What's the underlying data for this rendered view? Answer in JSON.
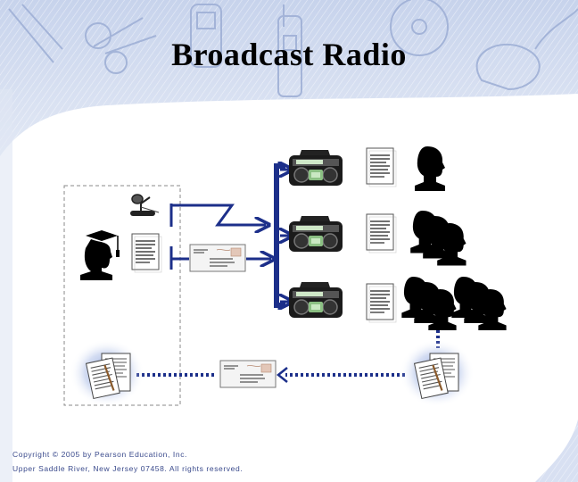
{
  "slide": {
    "title": "Broadcast Radio",
    "footer": {
      "copyright": "Copyright © 2005 by Pearson Education, Inc.",
      "address": "Upper Saddle River, New Jersey 07458. All rights reserved."
    },
    "colors": {
      "arrow": "#1c2f8a",
      "header_bg": "#d3ddef",
      "sketch": "#a9b9dc",
      "glow": "#9fb2e0"
    }
  },
  "diagram": {
    "nodes": [
      {
        "id": "instructor",
        "icon": "graduate-silhouette-icon"
      },
      {
        "id": "microphone",
        "icon": "microphone-icon"
      },
      {
        "id": "lecture-notes",
        "icon": "document-icon"
      },
      {
        "id": "mailed-materials",
        "icon": "envelope-icon"
      },
      {
        "id": "radios",
        "icon": "boombox-radio-icon",
        "count": 3
      },
      {
        "id": "student-documents",
        "icon": "document-icon",
        "count": 3
      },
      {
        "id": "students",
        "icon": "student-silhouette-icon"
      },
      {
        "id": "returned-assignments",
        "icon": "envelope-icon"
      },
      {
        "id": "graded-papers",
        "icon": "papers-icon",
        "count": 2
      }
    ],
    "connections": [
      {
        "from": "microphone",
        "to": "radios",
        "style": "broadcast-lightning"
      },
      {
        "from": "mailed-materials",
        "to": "radios",
        "style": "mail"
      },
      {
        "from": "students",
        "to": "instructor",
        "style": "dotted-return"
      }
    ]
  }
}
